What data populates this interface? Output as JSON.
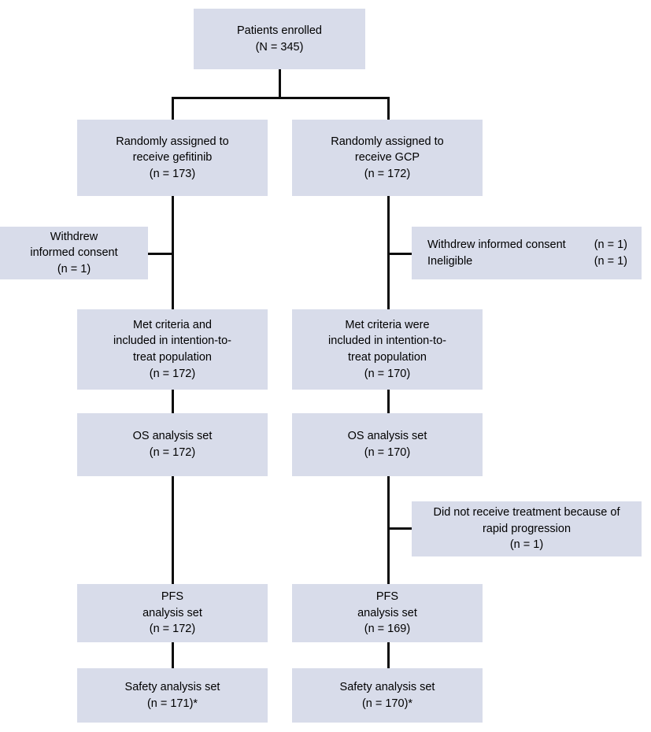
{
  "diagram": {
    "type": "consort-flow-diagram",
    "box_fill_color": "#d8dcea",
    "connector_color": "#0d0d0d",
    "background_color": "#ffffff"
  },
  "nodes": {
    "enrolled": {
      "name": "Patients enrolled",
      "line1": "Patients enrolled",
      "line2": "(N = 345)",
      "total": 345
    },
    "assigned_gefitinib": {
      "line1": "Randomly assigned to",
      "line2": "receive gefitinib",
      "line3": "(n = 173)",
      "n": 173
    },
    "assigned_gcp": {
      "line1": "Randomly assigned to",
      "line2": "receive GCP",
      "line3": "(n = 172)",
      "n": 172
    },
    "excluded_left": {
      "line1": "Withdrew",
      "line2": "informed consent",
      "line3": "(n = 1)",
      "n": 1
    },
    "excluded_right": {
      "rows": [
        {
          "label": "Withdrew informed consent",
          "count": "(n = 1)",
          "n": 1
        },
        {
          "label": "Ineligible",
          "count": "(n = 1)",
          "n": 1
        }
      ]
    },
    "itt_left": {
      "line1": "Met criteria and",
      "line2": "included in intention-to-",
      "line3": "treat population",
      "line4": "(n = 172)",
      "n": 172
    },
    "itt_right": {
      "line1": "Met criteria were",
      "line2": "included in intention-to-",
      "line3": "treat population",
      "line4": "(n = 170)",
      "n": 170
    },
    "os_left": {
      "line1": "OS analysis set",
      "line2": "(n = 172)",
      "n": 172
    },
    "os_right": {
      "line1": "OS analysis set",
      "line2": "(n = 170)",
      "n": 170
    },
    "no_treatment_right": {
      "line1": "Did not receive treatment because of",
      "line2": "rapid progression",
      "line3": "(n = 1)",
      "n": 1
    },
    "pfs_left": {
      "line1": "PFS",
      "line2": "analysis set",
      "line3": "(n = 172)",
      "n": 172
    },
    "pfs_right": {
      "line1": "PFS",
      "line2": "analysis set",
      "line3": "(n = 169)",
      "n": 169
    },
    "safety_left": {
      "line1": "Safety analysis set",
      "line2": "(n = 171)*",
      "n": 171
    },
    "safety_right": {
      "line1": "Safety analysis set",
      "line2": "(n = 170)*",
      "n": 170
    }
  }
}
